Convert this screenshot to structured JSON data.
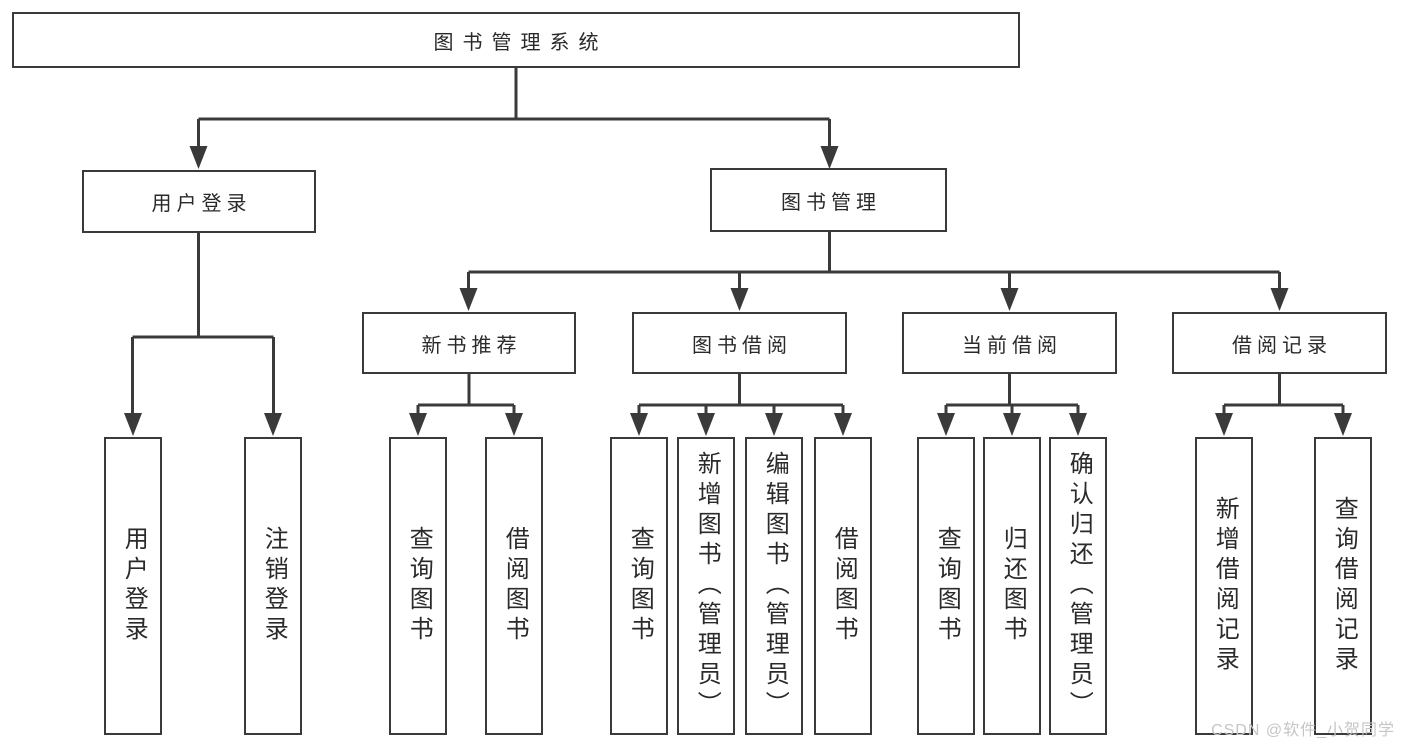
{
  "colors": {
    "line": "#3a3a3a",
    "text": "#2a2a2a",
    "box-bg": "#ffffff",
    "bg": "#ffffff",
    "watermark": "#c6c6c6"
  },
  "root": {
    "label": "图书管理系统"
  },
  "level2": [
    {
      "label": "用户登录"
    },
    {
      "label": "图书管理"
    }
  ],
  "level3": [
    {
      "label": "新书推荐"
    },
    {
      "label": "图书借阅"
    },
    {
      "label": "当前借阅"
    },
    {
      "label": "借阅记录"
    }
  ],
  "leaves": {
    "user_login": [
      {
        "label": "用户登录"
      },
      {
        "label": "注销登录"
      }
    ],
    "new_book": [
      {
        "label": "查询图书"
      },
      {
        "label": "借阅图书"
      }
    ],
    "book_borrow": [
      {
        "label": "查询图书"
      },
      {
        "label": "新增图书（管理员）"
      },
      {
        "label": "编辑图书（管理员）"
      },
      {
        "label": "借阅图书"
      }
    ],
    "current_borrow": [
      {
        "label": "查询图书"
      },
      {
        "label": "归还图书"
      },
      {
        "label": "确认归还（管理员）"
      }
    ],
    "borrow_records": [
      {
        "label": "新增借阅记录"
      },
      {
        "label": "查询借阅记录"
      }
    ]
  },
  "watermark": "CSDN @软件_小贺同学"
}
